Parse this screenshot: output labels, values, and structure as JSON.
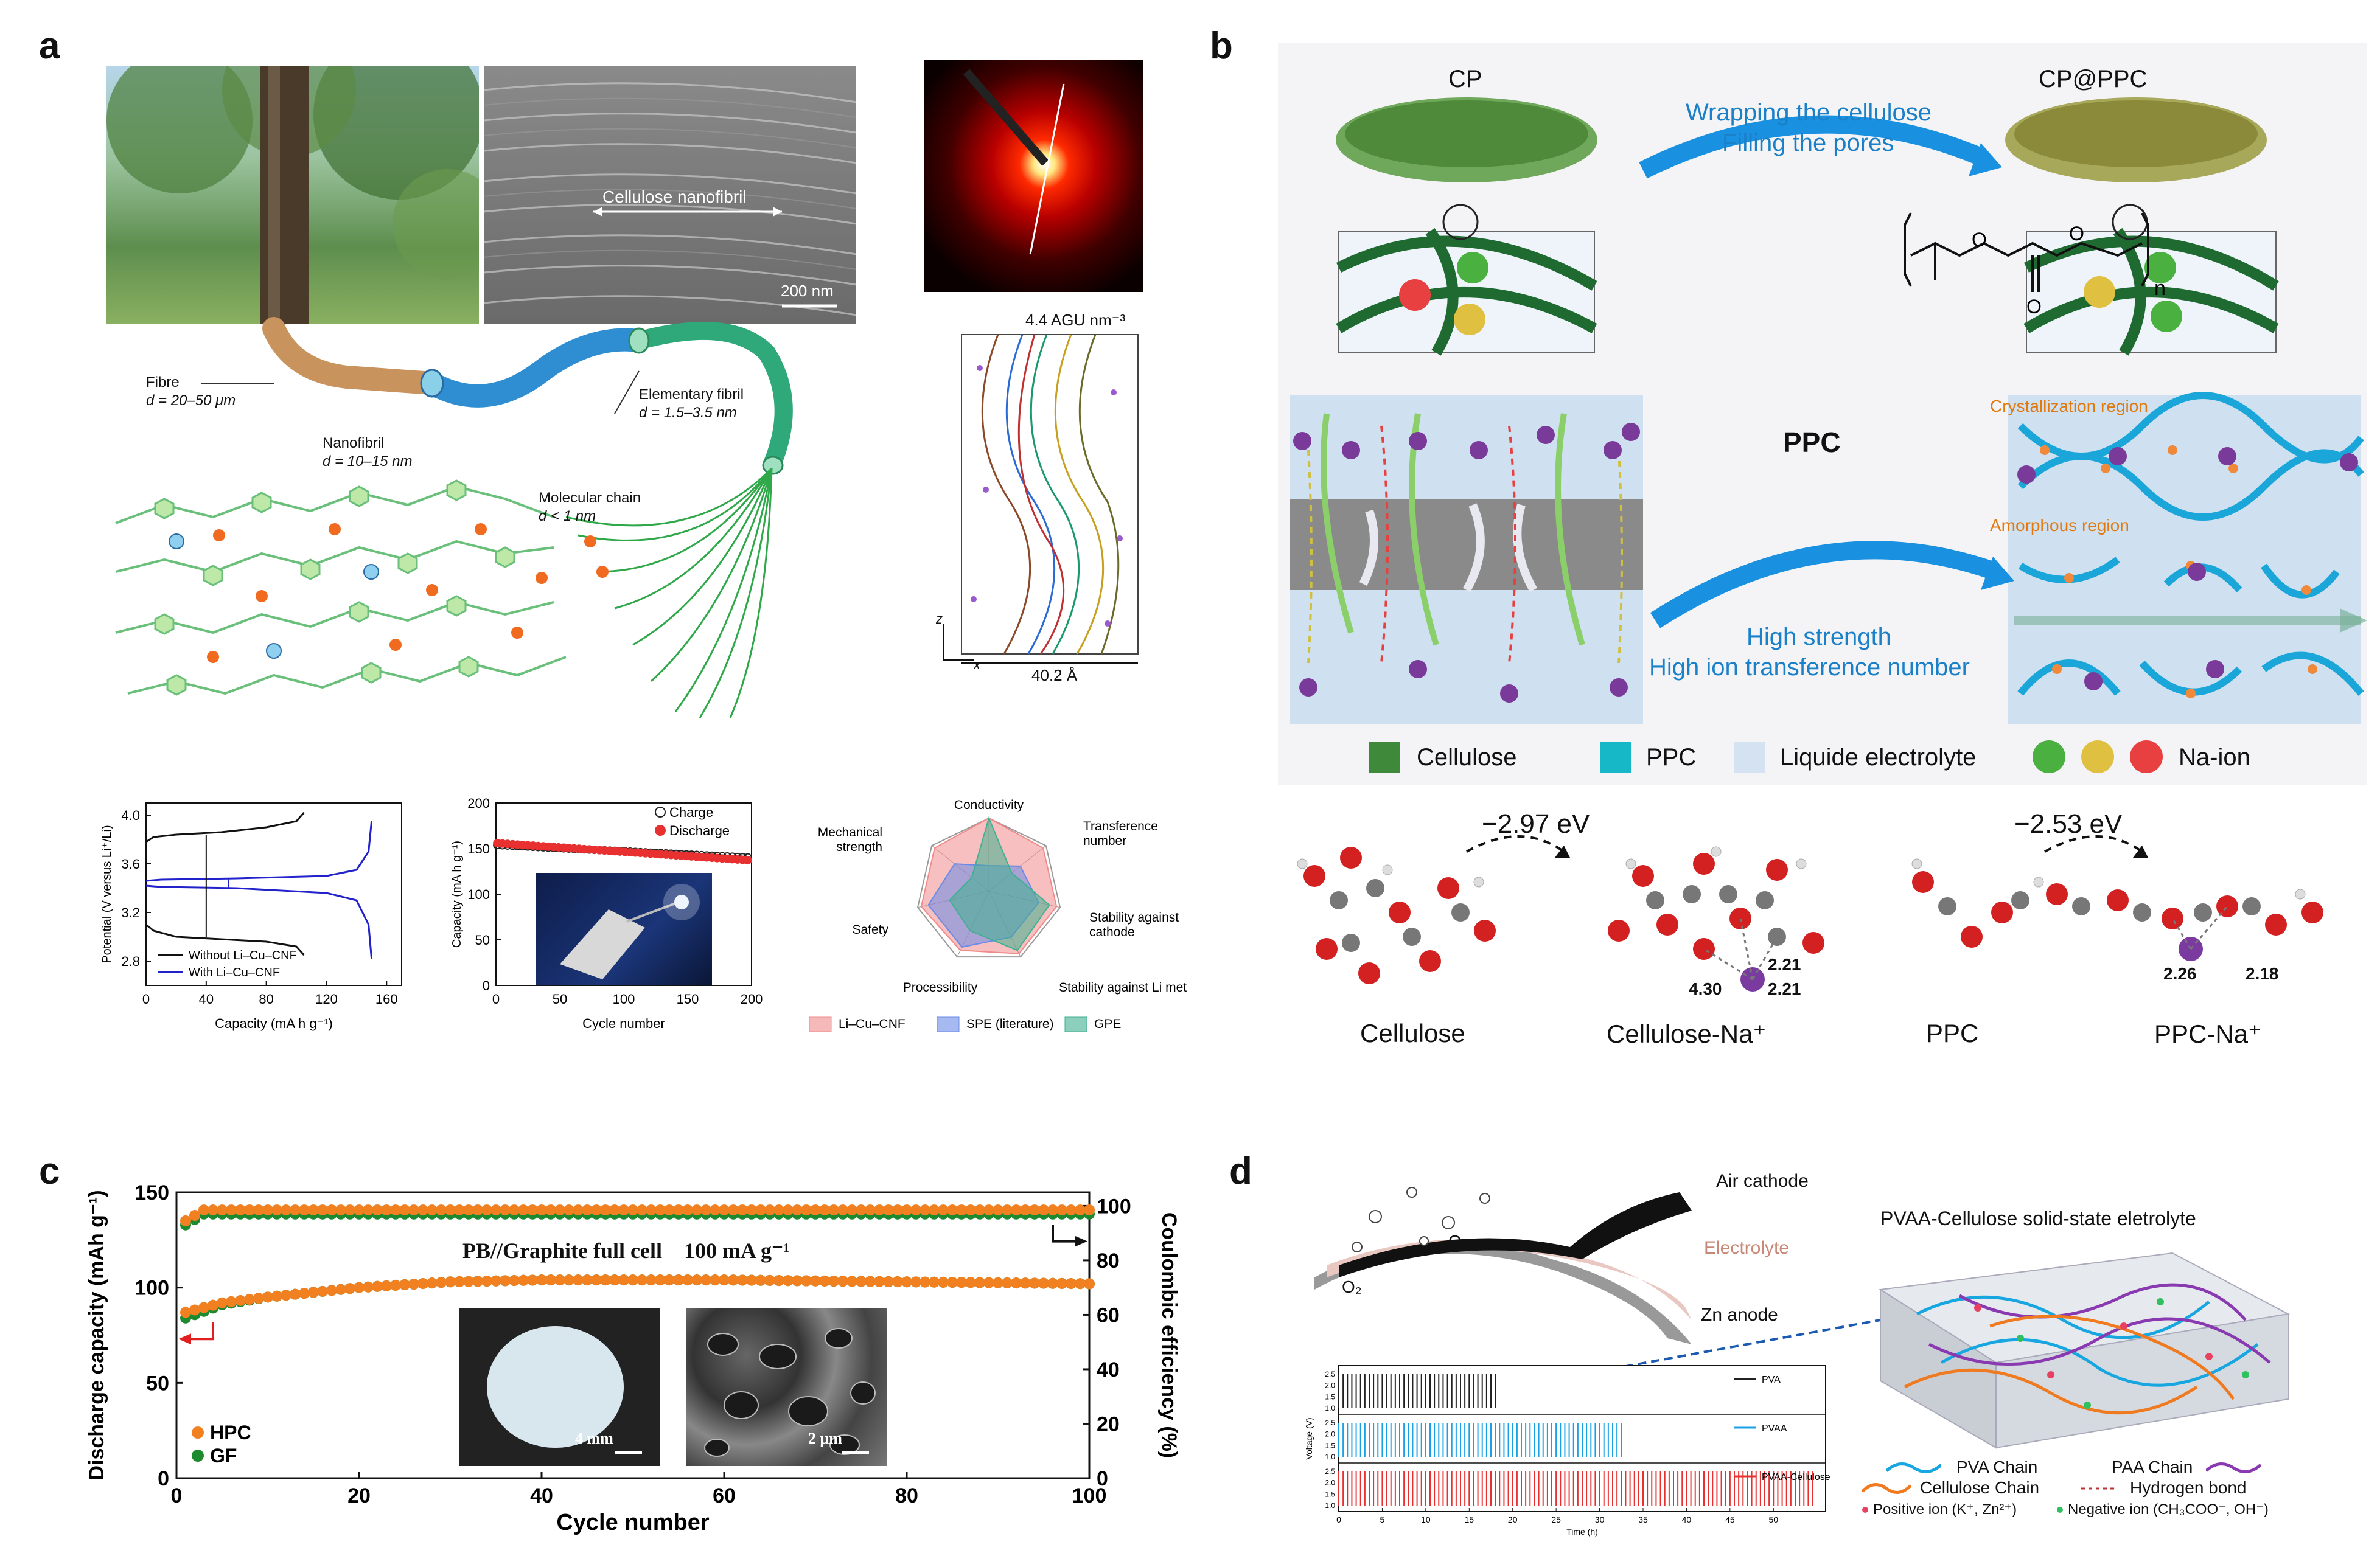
{
  "panels": {
    "a": {
      "letter": "a",
      "sem_label": "Cellulose nanofibril",
      "sem_scale": "200 nm",
      "hierarchy": {
        "fibre_name": "Fibre",
        "fibre_d": "d = 20–50 μm",
        "nanofibril_name": "Nanofibril",
        "nanofibril_d": "d = 10–15 nm",
        "elementary_name": "Elementary fibril",
        "elementary_d": "d = 1.5–3.5 nm",
        "molecular_name": "Molecular chain",
        "molecular_d": "d < 1 nm"
      },
      "density_label": "4.4 AGU nm⁻³",
      "z_axis": "z",
      "x_axis": "x",
      "width_label": "40.2 Å"
    },
    "b": {
      "letter": "b",
      "cp_label": "CP",
      "cpppc_label": "CP@PPC",
      "arrow1_line1": "Wrapping the cellulose",
      "arrow1_line2": "Filling the pores",
      "ppc_name": "PPC",
      "crystal_region": "Crystallization region",
      "amorphous_region": "Amorphous region",
      "arrow2_line1": "High strength",
      "arrow2_line2": "High ion transference number",
      "legend": [
        "Cellulose",
        "PPC",
        "Liquide electrolyte",
        "Na-ion"
      ],
      "dft": {
        "e1": "−2.97 eV",
        "e2": "−2.53 eV",
        "d1": "2.21",
        "d2": "4.30",
        "d3": "2.21",
        "d4": "2.26",
        "d5": "2.18",
        "labels": [
          "Cellulose",
          "Cellulose-Na⁺",
          "PPC",
          "PPC-Na⁺"
        ]
      }
    },
    "c": {
      "letter": "c",
      "annotation": "PB//Graphite full cell    100 mA g⁻¹",
      "scale1": "4 mm",
      "scale2": "2 μm"
    },
    "d": {
      "letter": "d",
      "labels": {
        "air_cathode": "Air cathode",
        "electrolyte": "Electrolyte",
        "zn_anode": "Zn anode",
        "o2": "O₂",
        "title": "PVAA-Cellulose solid-state eletrolyte"
      },
      "legend": {
        "pva": "PVA Chain",
        "paa": "PAA Chain",
        "cell": "Cellulose Chain",
        "hbond": "Hydrogen bond",
        "pos": "Positive ion (K⁺, Zn²⁺)",
        "neg": "Negative ion (CH₃COO⁻, OH⁻)"
      }
    }
  },
  "chart_data": [
    {
      "id": "a-voltage",
      "type": "line",
      "xlabel": "Capacity (mA h g⁻¹)",
      "ylabel": "Potential (V versus Li⁺/Li)",
      "xticks": [
        "0",
        "40",
        "80",
        "120",
        "160"
      ],
      "yticks": [
        "2.8",
        "3.2",
        "3.6",
        "4.0"
      ],
      "xlim": [
        0,
        170
      ],
      "ylim": [
        2.6,
        4.1
      ],
      "legend": [
        "Without Li–Cu–CNF",
        "With Li–Cu–CNF"
      ],
      "series": [
        {
          "name": "Without Li–Cu–CNF",
          "color": "#111111",
          "charge_x": [
            0,
            5,
            20,
            50,
            80,
            100,
            105
          ],
          "charge_y": [
            3.78,
            3.82,
            3.84,
            3.86,
            3.9,
            3.95,
            4.02
          ],
          "discharge_x": [
            0,
            5,
            20,
            50,
            80,
            100,
            105
          ],
          "discharge_y": [
            3.1,
            3.05,
            3.0,
            2.98,
            2.96,
            2.92,
            2.85
          ]
        },
        {
          "name": "With Li–Cu–CNF",
          "color": "#2222cc",
          "charge_x": [
            0,
            10,
            60,
            120,
            140,
            148,
            150
          ],
          "charge_y": [
            3.46,
            3.47,
            3.48,
            3.5,
            3.55,
            3.7,
            3.95
          ],
          "discharge_x": [
            0,
            10,
            60,
            120,
            140,
            148,
            150
          ],
          "discharge_y": [
            3.42,
            3.41,
            3.4,
            3.36,
            3.3,
            3.1,
            2.82
          ]
        }
      ]
    },
    {
      "id": "a-cycling",
      "type": "scatter",
      "xlabel": "Cycle number",
      "ylabel": "Capacity (mA h g⁻¹)",
      "xticks": [
        "0",
        "50",
        "100",
        "150",
        "200"
      ],
      "yticks": [
        "0",
        "50",
        "100",
        "150",
        "200"
      ],
      "xlim": [
        0,
        200
      ],
      "ylim": [
        0,
        200
      ],
      "legend": [
        "Charge",
        "Discharge"
      ],
      "series": [
        {
          "name": "Charge",
          "start": 154,
          "end": 140
        },
        {
          "name": "Discharge",
          "start": 156,
          "end": 137
        }
      ]
    },
    {
      "id": "a-radar",
      "type": "radar",
      "axes": [
        "Conductivity",
        "Transference number",
        "Stability against cathode",
        "Stability against Li metal",
        "Processibility",
        "Safety",
        "Mechanical strength"
      ],
      "legend": [
        "Li–Cu–CNF",
        "SPE (literature)",
        "GPE"
      ],
      "series": [
        {
          "name": "Li–Cu–CNF",
          "values": [
            1.0,
            0.95,
            0.95,
            0.95,
            0.9,
            0.95,
            0.95
          ]
        },
        {
          "name": "SPE (literature)",
          "values": [
            0.35,
            0.55,
            0.7,
            0.7,
            0.85,
            0.85,
            0.6
          ]
        },
        {
          "name": "GPE",
          "values": [
            1.0,
            0.4,
            0.85,
            0.9,
            0.6,
            0.55,
            0.3
          ]
        }
      ]
    },
    {
      "id": "c-cycling",
      "type": "scatter",
      "xlabel": "Cycle number",
      "ylabel": "Discharge capacity (mAh g⁻¹)",
      "y2label": "Coulombic efficiency (%)",
      "xticks": [
        "0",
        "20",
        "40",
        "60",
        "80",
        "100"
      ],
      "yticks": [
        "0",
        "50",
        "100",
        "150"
      ],
      "y2ticks": [
        "0",
        "20",
        "40",
        "60",
        "80",
        "100"
      ],
      "xlim": [
        0,
        100
      ],
      "ylim": [
        0,
        150
      ],
      "y2lim": [
        0,
        105
      ],
      "legend": [
        "HPC",
        "GF"
      ],
      "series": [
        {
          "name": "HPC",
          "capacity_x": [
            1,
            5,
            10,
            20,
            30,
            40,
            60,
            80,
            100
          ],
          "capacity_y": [
            87,
            92,
            95,
            100,
            103,
            104,
            104,
            103,
            102
          ],
          "ce": 98.5
        },
        {
          "name": "GF",
          "capacity_x": [
            1,
            5,
            10,
            20,
            30,
            40,
            60,
            80,
            100
          ],
          "capacity_y": [
            84,
            91,
            95,
            100,
            103,
            104,
            104,
            103,
            102
          ],
          "ce": 97
        }
      ]
    },
    {
      "id": "d-voltage",
      "type": "line",
      "xlabel": "Time (h)",
      "ylabel": "Voltage (V)",
      "xticks": [
        "0",
        "5",
        "10",
        "15",
        "20",
        "25",
        "30",
        "35",
        "40",
        "45",
        "50"
      ],
      "legend": [
        "PVA",
        "PVAA",
        "PVAA-Cellulose"
      ],
      "series": [
        {
          "name": "PVA",
          "end": 18.5,
          "color": "#222222"
        },
        {
          "name": "PVAA",
          "end": 33,
          "color": "#1aa0e6"
        },
        {
          "name": "PVAA-Cellulose",
          "end": 55,
          "color": "#e83030"
        }
      ]
    }
  ]
}
